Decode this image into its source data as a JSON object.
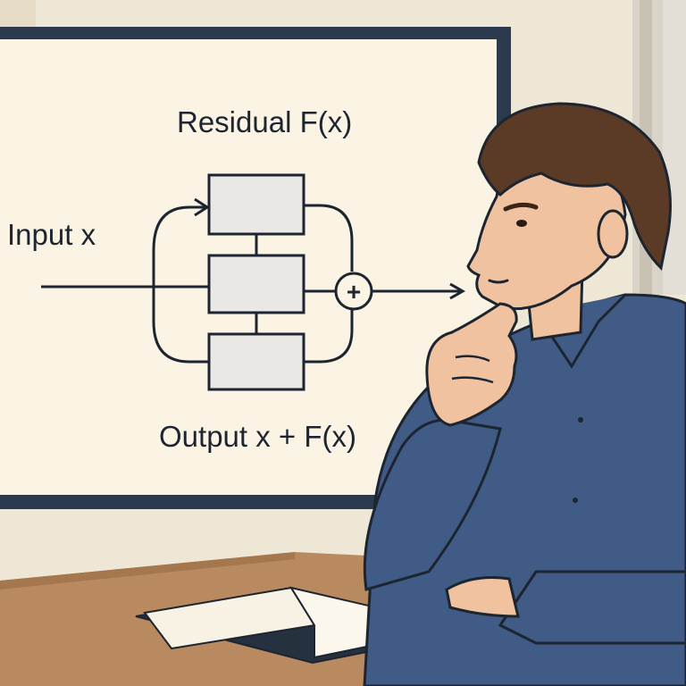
{
  "whiteboard": {
    "title": "Residual F(x)",
    "input_label": "Input x",
    "output_label": "Output x + F(x)",
    "add_symbol": "+"
  },
  "colors": {
    "wall": "#efe7d6",
    "board_face": "#fbf3e4",
    "board_frame": "#2c3a4d",
    "ink": "#1c2530",
    "block_fill": "#e9e8e4",
    "desk": "#b98a5f",
    "shirt": "#3f5b86",
    "hair": "#5b3a26",
    "skin": "#f0c2a0"
  },
  "icons": {
    "sum_node": "circle-plus-icon",
    "arrow": "arrow-right-icon"
  }
}
